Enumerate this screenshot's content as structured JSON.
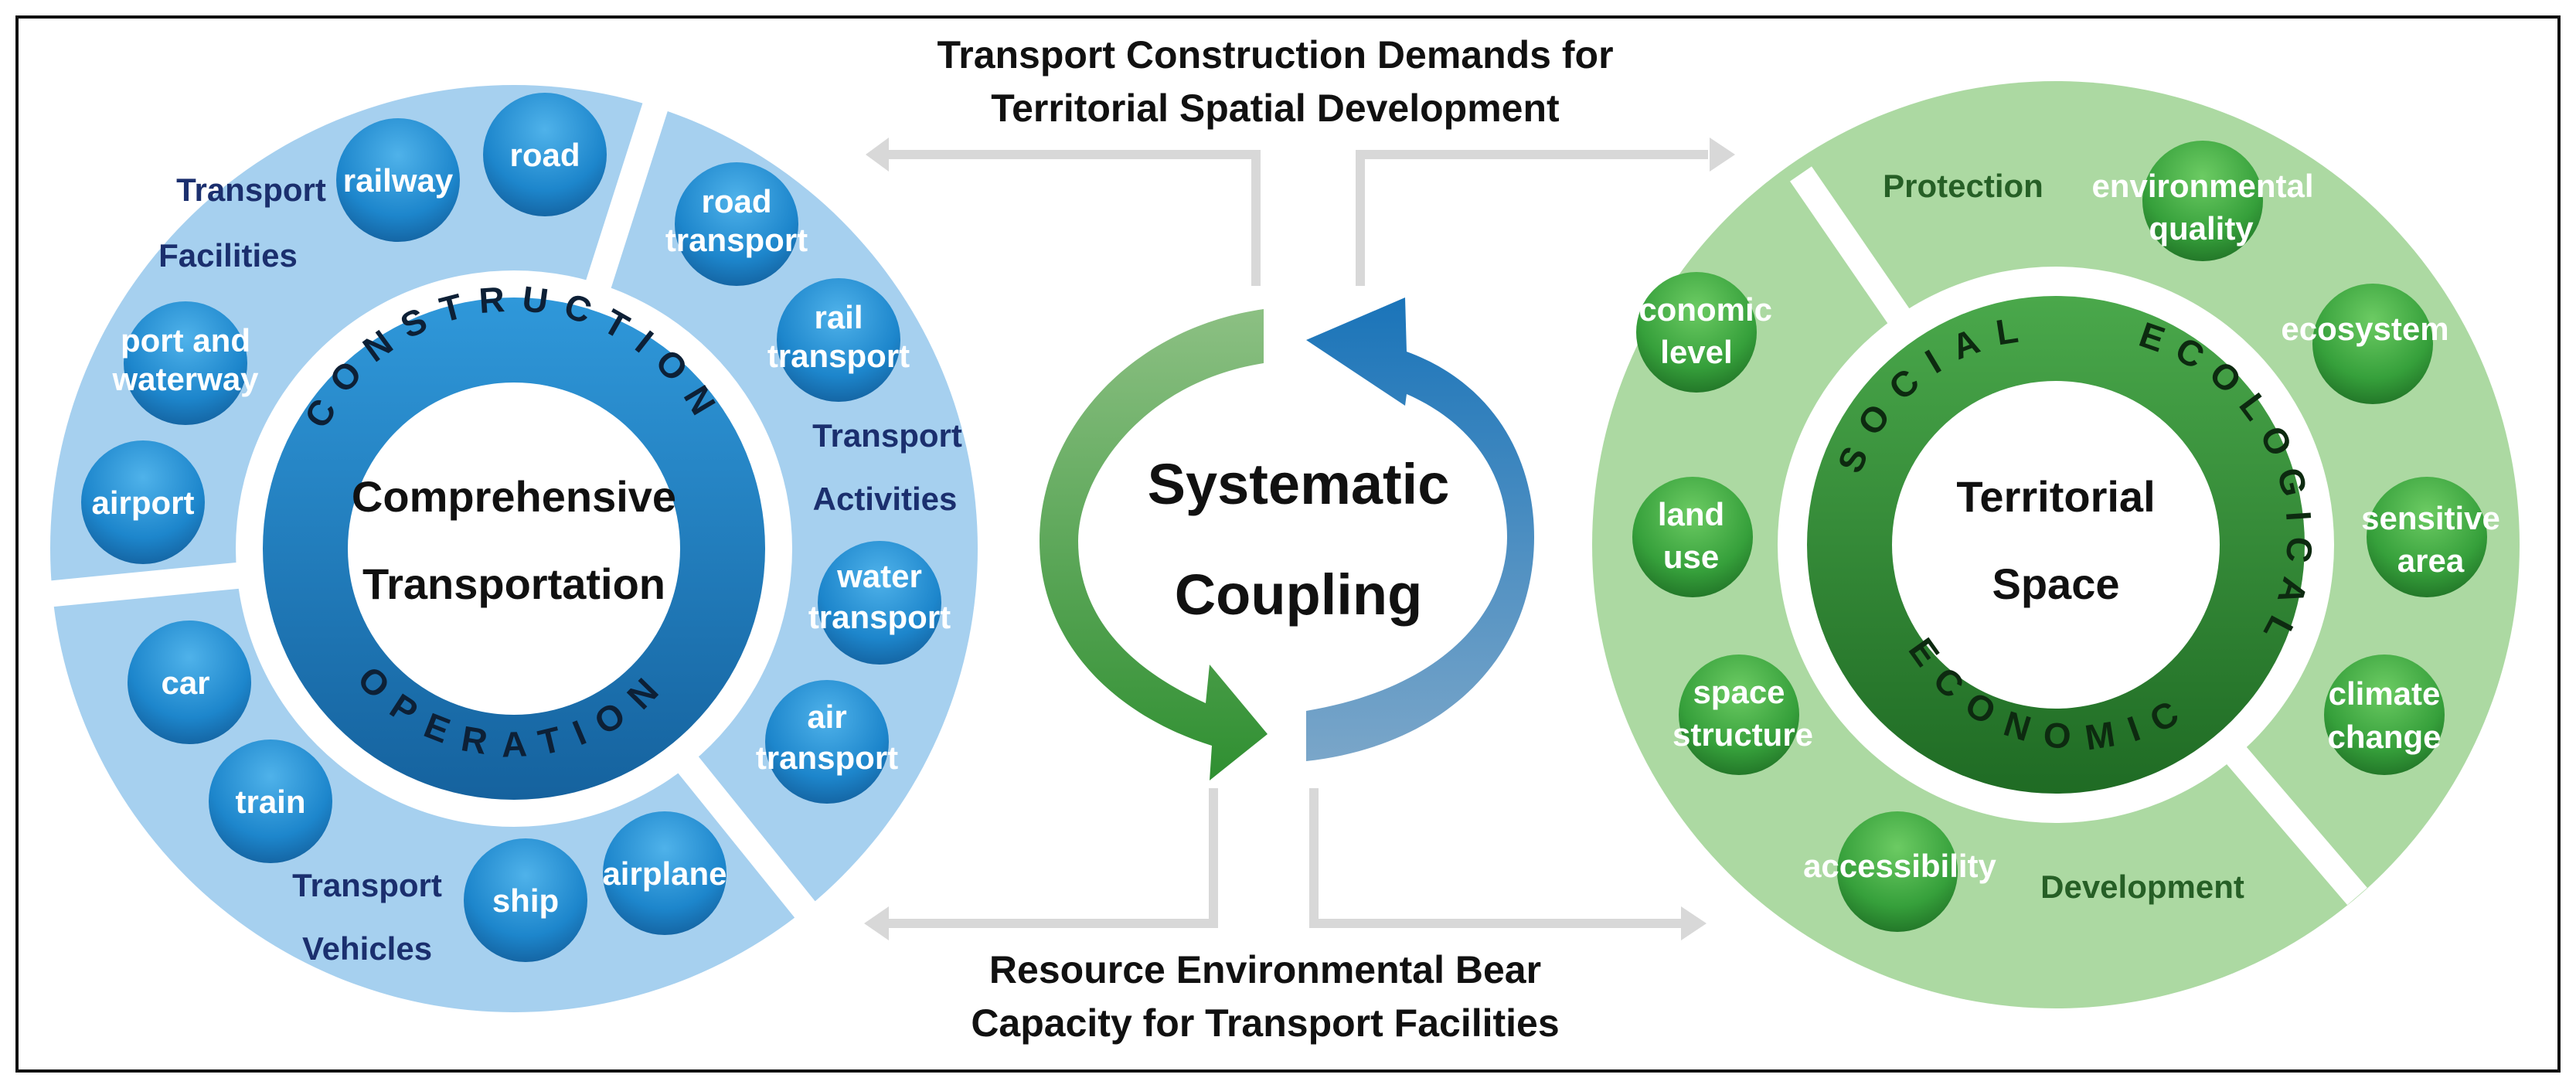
{
  "colors": {
    "light_blue": "#a6d0ef",
    "ring_blue": "#2a8fd2",
    "ring_blue_dark": "#1769a8",
    "ball_blue": "#1f8ad0",
    "light_green": "#acd9a2",
    "ring_green": "#3a9a3f",
    "ring_green_dark": "#226f28",
    "ball_green": "#3aa43f",
    "navy_text": "#1b2f6e",
    "dark_green_text": "#265f26",
    "gray_arrow": "#d8d8d8"
  },
  "top_caption": {
    "line1": "Transport Construction Demands for",
    "line2": "Territorial Spatial Development"
  },
  "bottom_caption": {
    "line1": "Resource Environmental Bear",
    "line2": "Capacity for Transport Facilities"
  },
  "center": {
    "line1": "Systematic",
    "line2": "Coupling"
  },
  "transport": {
    "center_line1": "Comprehensive",
    "center_line2": "Transportation",
    "arc_top": "CONSTRUCTION",
    "arc_bottom": "OPERATION",
    "facilities": {
      "label_line1": "Transport",
      "label_line2": "Facilities",
      "items": [
        {
          "label": "railway"
        },
        {
          "label": "road"
        },
        {
          "label_line1": "port and",
          "label_line2": "waterway"
        },
        {
          "label": "airport"
        }
      ]
    },
    "activities": {
      "label_line1": "Transport",
      "label_line2": "Activities",
      "items": [
        {
          "label_line1": "road",
          "label_line2": "transport"
        },
        {
          "label_line1": "rail",
          "label_line2": "transport"
        },
        {
          "label_line1": "water",
          "label_line2": "transport"
        },
        {
          "label_line1": "air",
          "label_line2": "transport"
        }
      ]
    },
    "vehicles": {
      "label_line1": "Transport",
      "label_line2": "Vehicles",
      "items": [
        {
          "label": "car"
        },
        {
          "label": "train"
        },
        {
          "label": "ship"
        },
        {
          "label": "airplane"
        }
      ]
    }
  },
  "territory": {
    "center_line1": "Territorial",
    "center_line2": "Space",
    "arc_social": "SOCIAL",
    "arc_ecological": "ECOLOGICAL",
    "arc_economic": "ECONOMIC",
    "protection": {
      "label": "Protection",
      "items": [
        {
          "label_line1": "environmental",
          "label_line2": "quality"
        },
        {
          "label": "ecosystem"
        },
        {
          "label_line1": "sensitive",
          "label_line2": "area"
        },
        {
          "label_line1": "climate",
          "label_line2": "change"
        }
      ]
    },
    "development": {
      "label": "Development",
      "items": [
        {
          "label_line1": "economic",
          "label_line2": "level"
        },
        {
          "label_line1": "land",
          "label_line2": "use"
        },
        {
          "label_line1": "space",
          "label_line2": "structure"
        },
        {
          "label": "accessibility"
        }
      ]
    }
  }
}
